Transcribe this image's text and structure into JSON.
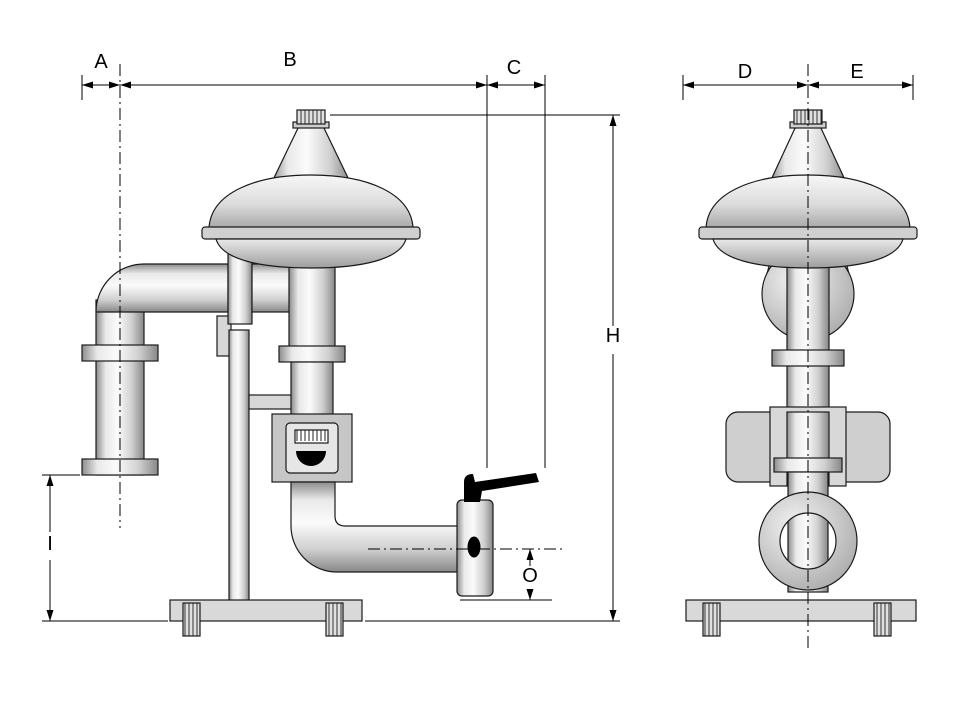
{
  "drawing": {
    "background": "#ffffff",
    "line_color": "#000000",
    "metal_light": "#f5f5f5",
    "metal_mid": "#d4d4d4",
    "metal_dark": "#8c8c8c",
    "views": [
      {
        "name": "front-view",
        "dimension_labels": [
          "A",
          "B",
          "C",
          "H",
          "I",
          "O"
        ]
      },
      {
        "name": "side-view",
        "dimension_labels": [
          "D",
          "E"
        ]
      }
    ],
    "labels": {
      "A": "A",
      "B": "B",
      "C": "C",
      "D": "D",
      "E": "E",
      "H": "H",
      "I": "I",
      "O": "O"
    }
  }
}
